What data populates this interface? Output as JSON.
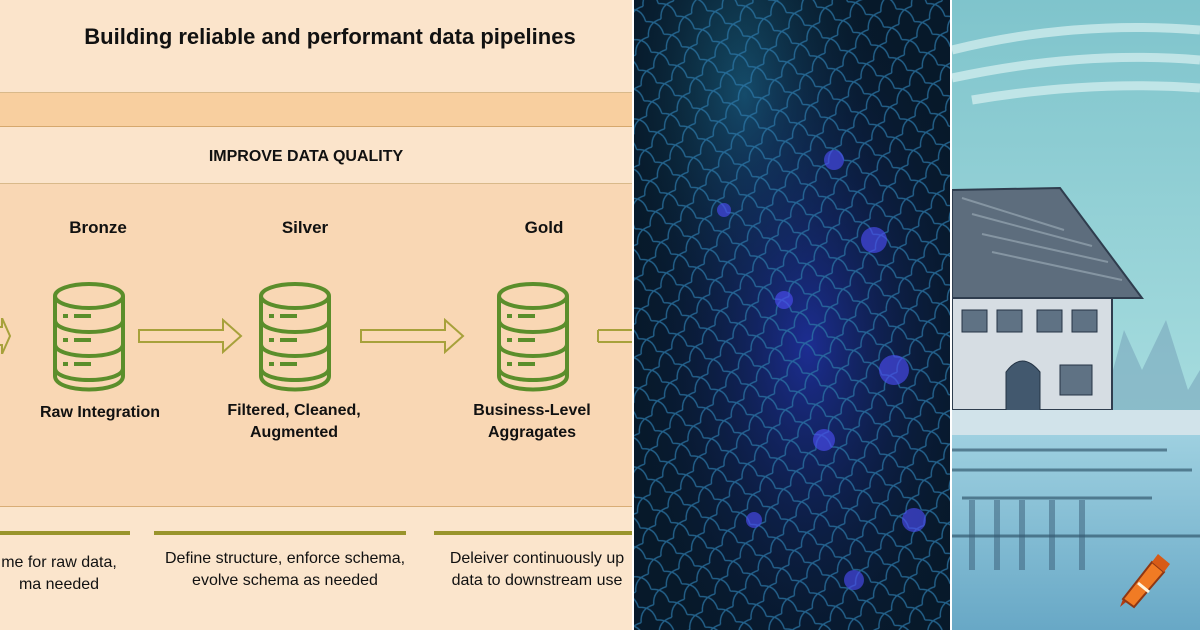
{
  "diagram": {
    "title": "Building reliable and performant data pipelines",
    "quality_title": "IMPROVE DATA QUALITY",
    "stages": [
      {
        "label": "Bronze",
        "description": "Raw Integration"
      },
      {
        "label": "Silver",
        "description": "Filtered, Cleaned, Augmented"
      },
      {
        "label": "Gold",
        "description": "Business-Level Aggragates"
      }
    ],
    "footers": [
      {
        "line1": "me for raw data,",
        "line2": "ma needed"
      },
      {
        "line1": "Define structure, enforce schema,",
        "line2": "evolve schema as needed"
      },
      {
        "line1": "Deleiver continuously up",
        "line2": "data to downstream use"
      }
    ],
    "colors": {
      "background": "#fbe5cc",
      "band": "#f8cf9f",
      "icon": "#5b8e2b",
      "arrow": "#a7a13b"
    }
  },
  "images": {
    "mesh": "blue-digital-mesh-image",
    "sketch": "sketch-of-house-by-water-image",
    "crayon_icon": "crayon-icon"
  }
}
